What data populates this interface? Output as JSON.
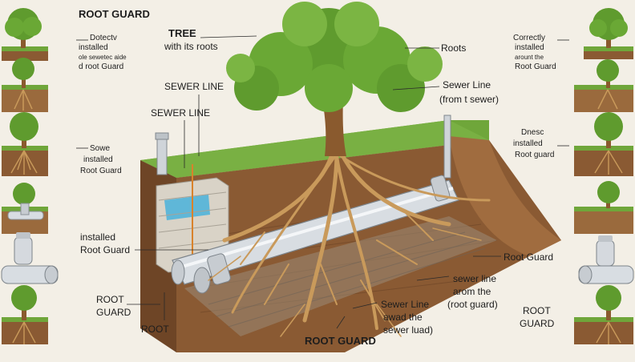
{
  "diagram": {
    "title": "ROOT GUARD",
    "labels": {
      "tree": "TREE",
      "tree_sub": "with its roots",
      "roots": "Roots",
      "sewer_line_top": "SEWER LINE",
      "sewer_line_right": "Sewer Line",
      "sewer_line_right_sub": "(from t sewer)",
      "sewer_line_left": "SEWER LINE",
      "installed_left_1": "installed",
      "installed_left_2": "Root Guard",
      "root_guard_left_1": "ROOT",
      "root_guard_left_2": "GUARD",
      "root": "ROOT",
      "root_guard_bottom": "ROOT GUARD",
      "root_guard_right": "Root Guard",
      "sewer_line_mid_1": "sewer line",
      "sewer_line_mid_2": "arom the",
      "sewer_line_mid_3": "(root guard)",
      "sewer_line_bottom_1": "Sewer Line",
      "sewer_line_bottom_2": "awad the",
      "sewer_line_bottom_3": "sewer luad)",
      "root_guard_far_right_1": "ROOT",
      "root_guard_far_right_2": "GUARD"
    },
    "left_notes": [
      {
        "lines": [
          "Dotectv",
          "installed",
          "ole sewetec aide",
          "d root Guard"
        ]
      },
      {
        "lines": [
          "Sowe",
          "installed",
          "Root Guard"
        ]
      }
    ],
    "right_notes": [
      {
        "lines": [
          "Correctly",
          "installed",
          "arount the",
          "Root Guard"
        ]
      },
      {
        "lines": [
          "Dnesc",
          "installed",
          "Root guard"
        ]
      }
    ]
  },
  "colors": {
    "grass": "#6fa63a",
    "soil": "#8a5a33",
    "soil_dark": "#5e3a1e",
    "pipe": "#d8dde2",
    "root": "#c99a5b",
    "leaf": "#5f9b2e",
    "trunk": "#8a5a2e",
    "water": "#5fb7d8"
  }
}
